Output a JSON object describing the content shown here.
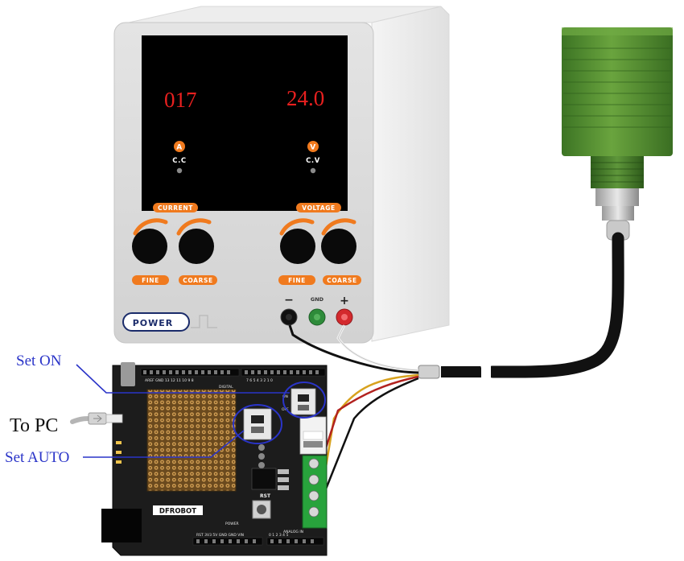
{
  "power_supply": {
    "current_reading": "017",
    "voltage_reading": "24.0",
    "current_unit": "A",
    "voltage_unit": "V",
    "current_mode": "C.C",
    "voltage_mode": "C.V",
    "current_section_label": "CURRENT",
    "voltage_section_label": "VOLTAGE",
    "fine_label": "FINE",
    "coarse_label": "COARSE",
    "power_button_label": "POWER",
    "gnd_label": "GND",
    "minus_label": "−",
    "plus_label": "+"
  },
  "annotations": {
    "set_on": "Set ON",
    "to_pc": "To PC",
    "set_auto": "Set AUTO"
  },
  "board": {
    "brand": "DFROBOT",
    "reset_label": "RST",
    "switch_on": "ON",
    "switch_off": "OFF",
    "digital_label": "DIGITAL",
    "analog_label": "ANALOG IN",
    "power_label": "POWER"
  },
  "colors": {
    "display_digits": "#e8201f",
    "accent_orange": "#f07a1e",
    "annotation_blue": "#2a34c8",
    "sensor_green": "#4d8f2e"
  }
}
